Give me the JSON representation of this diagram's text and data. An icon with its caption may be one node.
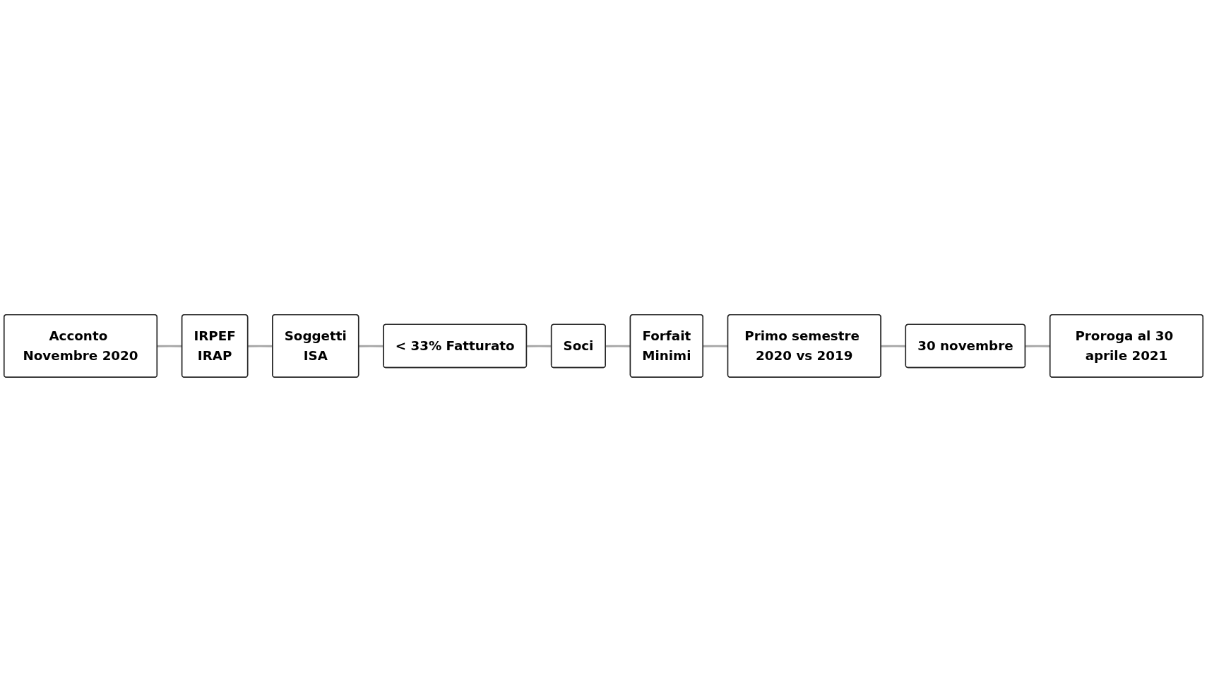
{
  "diagram": {
    "nodes": [
      {
        "text": [
          "Acconto Novembre 2020"
        ]
      },
      {
        "text": [
          "IRPEF",
          "IRAP"
        ]
      },
      {
        "text": [
          "Soggetti",
          "ISA"
        ]
      },
      {
        "text": [
          "< 33% Fatturato"
        ]
      },
      {
        "text": [
          "Soci"
        ]
      },
      {
        "text": [
          "Forfait",
          "Minimi"
        ]
      },
      {
        "text": [
          "Primo semestre 2020 vs 2019"
        ]
      },
      {
        "text": [
          "30 novembre"
        ]
      },
      {
        "text": [
          "Proroga al 30 aprile 2021"
        ]
      }
    ],
    "edges": [
      {
        "from": 0,
        "to": 1,
        "arrow": "none"
      },
      {
        "from": 1,
        "to": 2,
        "arrow": "none"
      },
      {
        "from": 2,
        "to": 3,
        "arrow": "none"
      },
      {
        "from": 3,
        "to": 4,
        "arrow": "none"
      },
      {
        "from": 4,
        "to": 5,
        "arrow": "none"
      },
      {
        "from": 5,
        "to": 6,
        "arrow": "none"
      },
      {
        "from": 6,
        "to": 7,
        "arrow": "none"
      },
      {
        "from": 7,
        "to": 8,
        "arrow": "none"
      }
    ]
  }
}
